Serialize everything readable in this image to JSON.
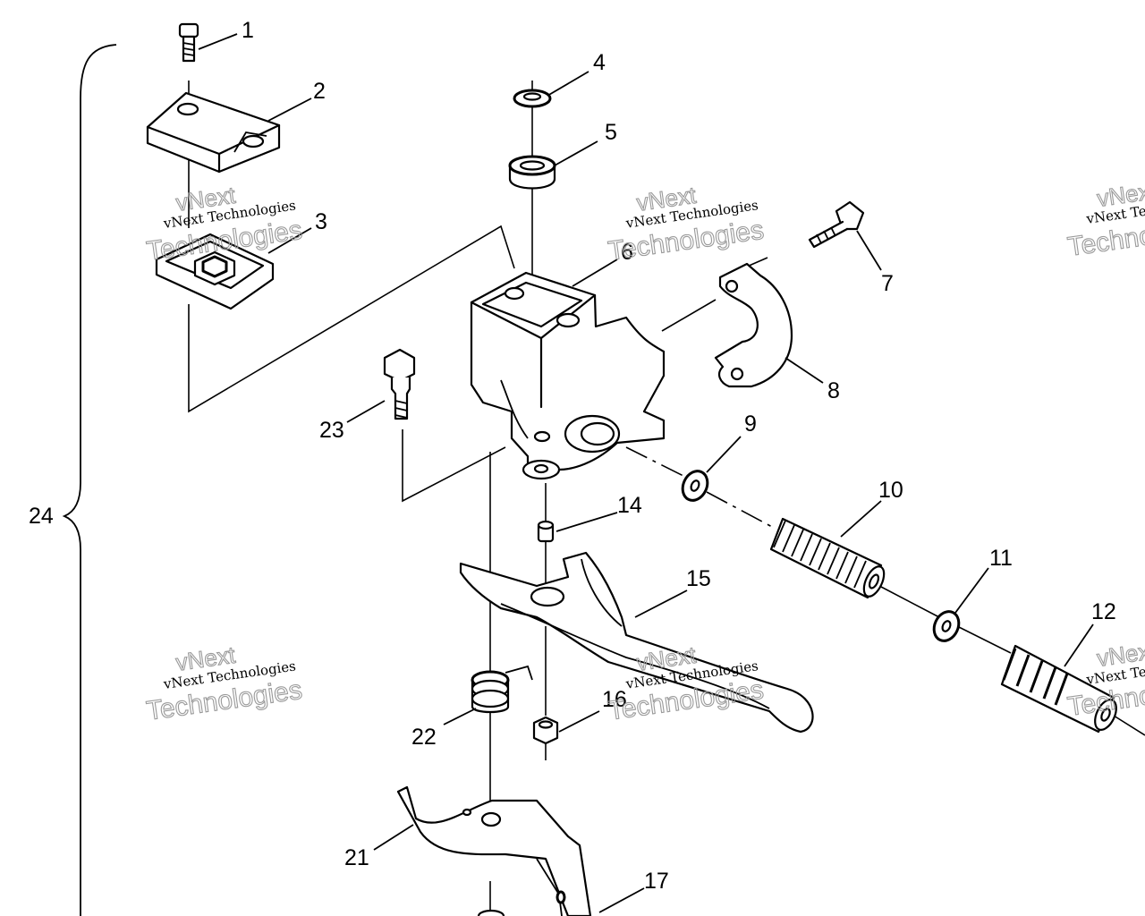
{
  "diagram": {
    "part_labels": {
      "p1": "1",
      "p2": "2",
      "p3": "3",
      "p4": "4",
      "p5": "5",
      "p6": "6",
      "p7": "7",
      "p8": "8",
      "p9": "9",
      "p10": "10",
      "p11": "11",
      "p12": "12",
      "p14": "14",
      "p15": "15",
      "p16": "16",
      "p17": "17",
      "p21": "21",
      "p22": "22",
      "p23": "23",
      "p24": "24"
    },
    "watermark": {
      "top_line": "vNext",
      "brand_line": "vNext Technologies",
      "bottom_line": "Technologies"
    }
  }
}
